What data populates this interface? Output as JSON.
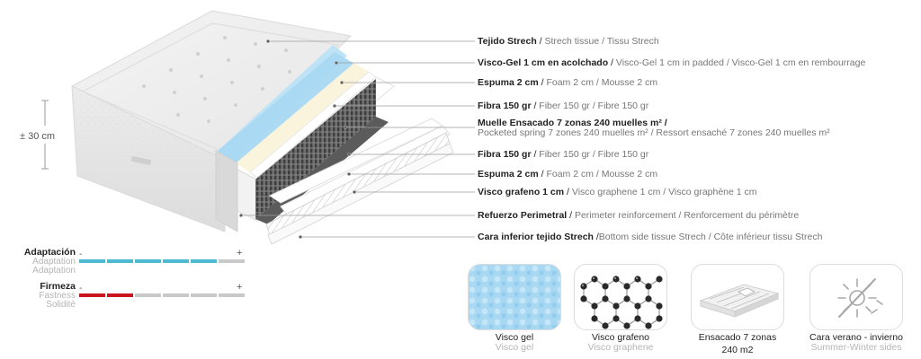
{
  "height_label": "± 30 cm",
  "layers": [
    {
      "es": "Tejido Strech",
      "tr": "Strech tissue / Tissu Strech"
    },
    {
      "es": "Visco-Gel 1 cm en acolchado",
      "tr": "Visco-Gel 1 cm in padded / Visco-Gel 1 cm en rembourrage"
    },
    {
      "es": "Espuma 2 cm",
      "tr": "Foam 2 cm / Mousse 2 cm"
    },
    {
      "es": "Fibra 150 gr",
      "tr": "Fiber 150 gr / Fibre 150 gr"
    },
    {
      "es": "Muelle Ensacado 7 zonas 240 muelles m² /",
      "tr": "Pocketed spring 7 zones 240 muelles m² / Ressort ensaché 7 zones 240 muelles m²"
    },
    {
      "es": "Fibra 150 gr",
      "tr": "Fiber 150 gr / Fibre 150 gr"
    },
    {
      "es": "Espuma 2 cm",
      "tr": "Foam 2 cm / Mousse 2 cm"
    },
    {
      "es": "Visco grafeno 1 cm",
      "tr": "Visco graphene 1 cm / Visco graphène 1 cm"
    },
    {
      "es": "Refuerzo Perimetral",
      "tr": "Perimeter reinforcement / Renforcement du périmètre"
    },
    {
      "es": "Cara inferior tejido Strech",
      "tr": "Bottom side tissue Strech / Côte inférieur tissu Strech"
    }
  ],
  "ratings": [
    {
      "label": "Adaptación",
      "sub1": "Adaptation",
      "sub2": "Adaptation",
      "minus": "-",
      "plus": "+",
      "level_of_6": 5,
      "color": "#4fb9d2"
    },
    {
      "label": "Firmeza",
      "sub1": "Fastness",
      "sub2": "Solidité",
      "minus": "-",
      "plus": "+",
      "level_of_6": 2,
      "color": "#c8161c"
    }
  ],
  "features": [
    {
      "icon": "visco-gel-texture",
      "label": "Visco gel",
      "sub": "Visco gel"
    },
    {
      "icon": "graphene-molecule",
      "label": "Visco grafeno",
      "sub": "Visco graphene"
    },
    {
      "icon": "pocket-springs-mattress",
      "label": "Ensacado 7 zonas",
      "label2": "240 m2"
    },
    {
      "icon": "sun-snowflake-icon",
      "label": "Cara verano - invierno",
      "sub": "Summer-Winter sides"
    }
  ],
  "colors": {
    "accent_blue": "#4fb9d2",
    "accent_red": "#c8161c",
    "gel_blue": "#a9d8f2",
    "inactive": "#c9c9c9"
  }
}
